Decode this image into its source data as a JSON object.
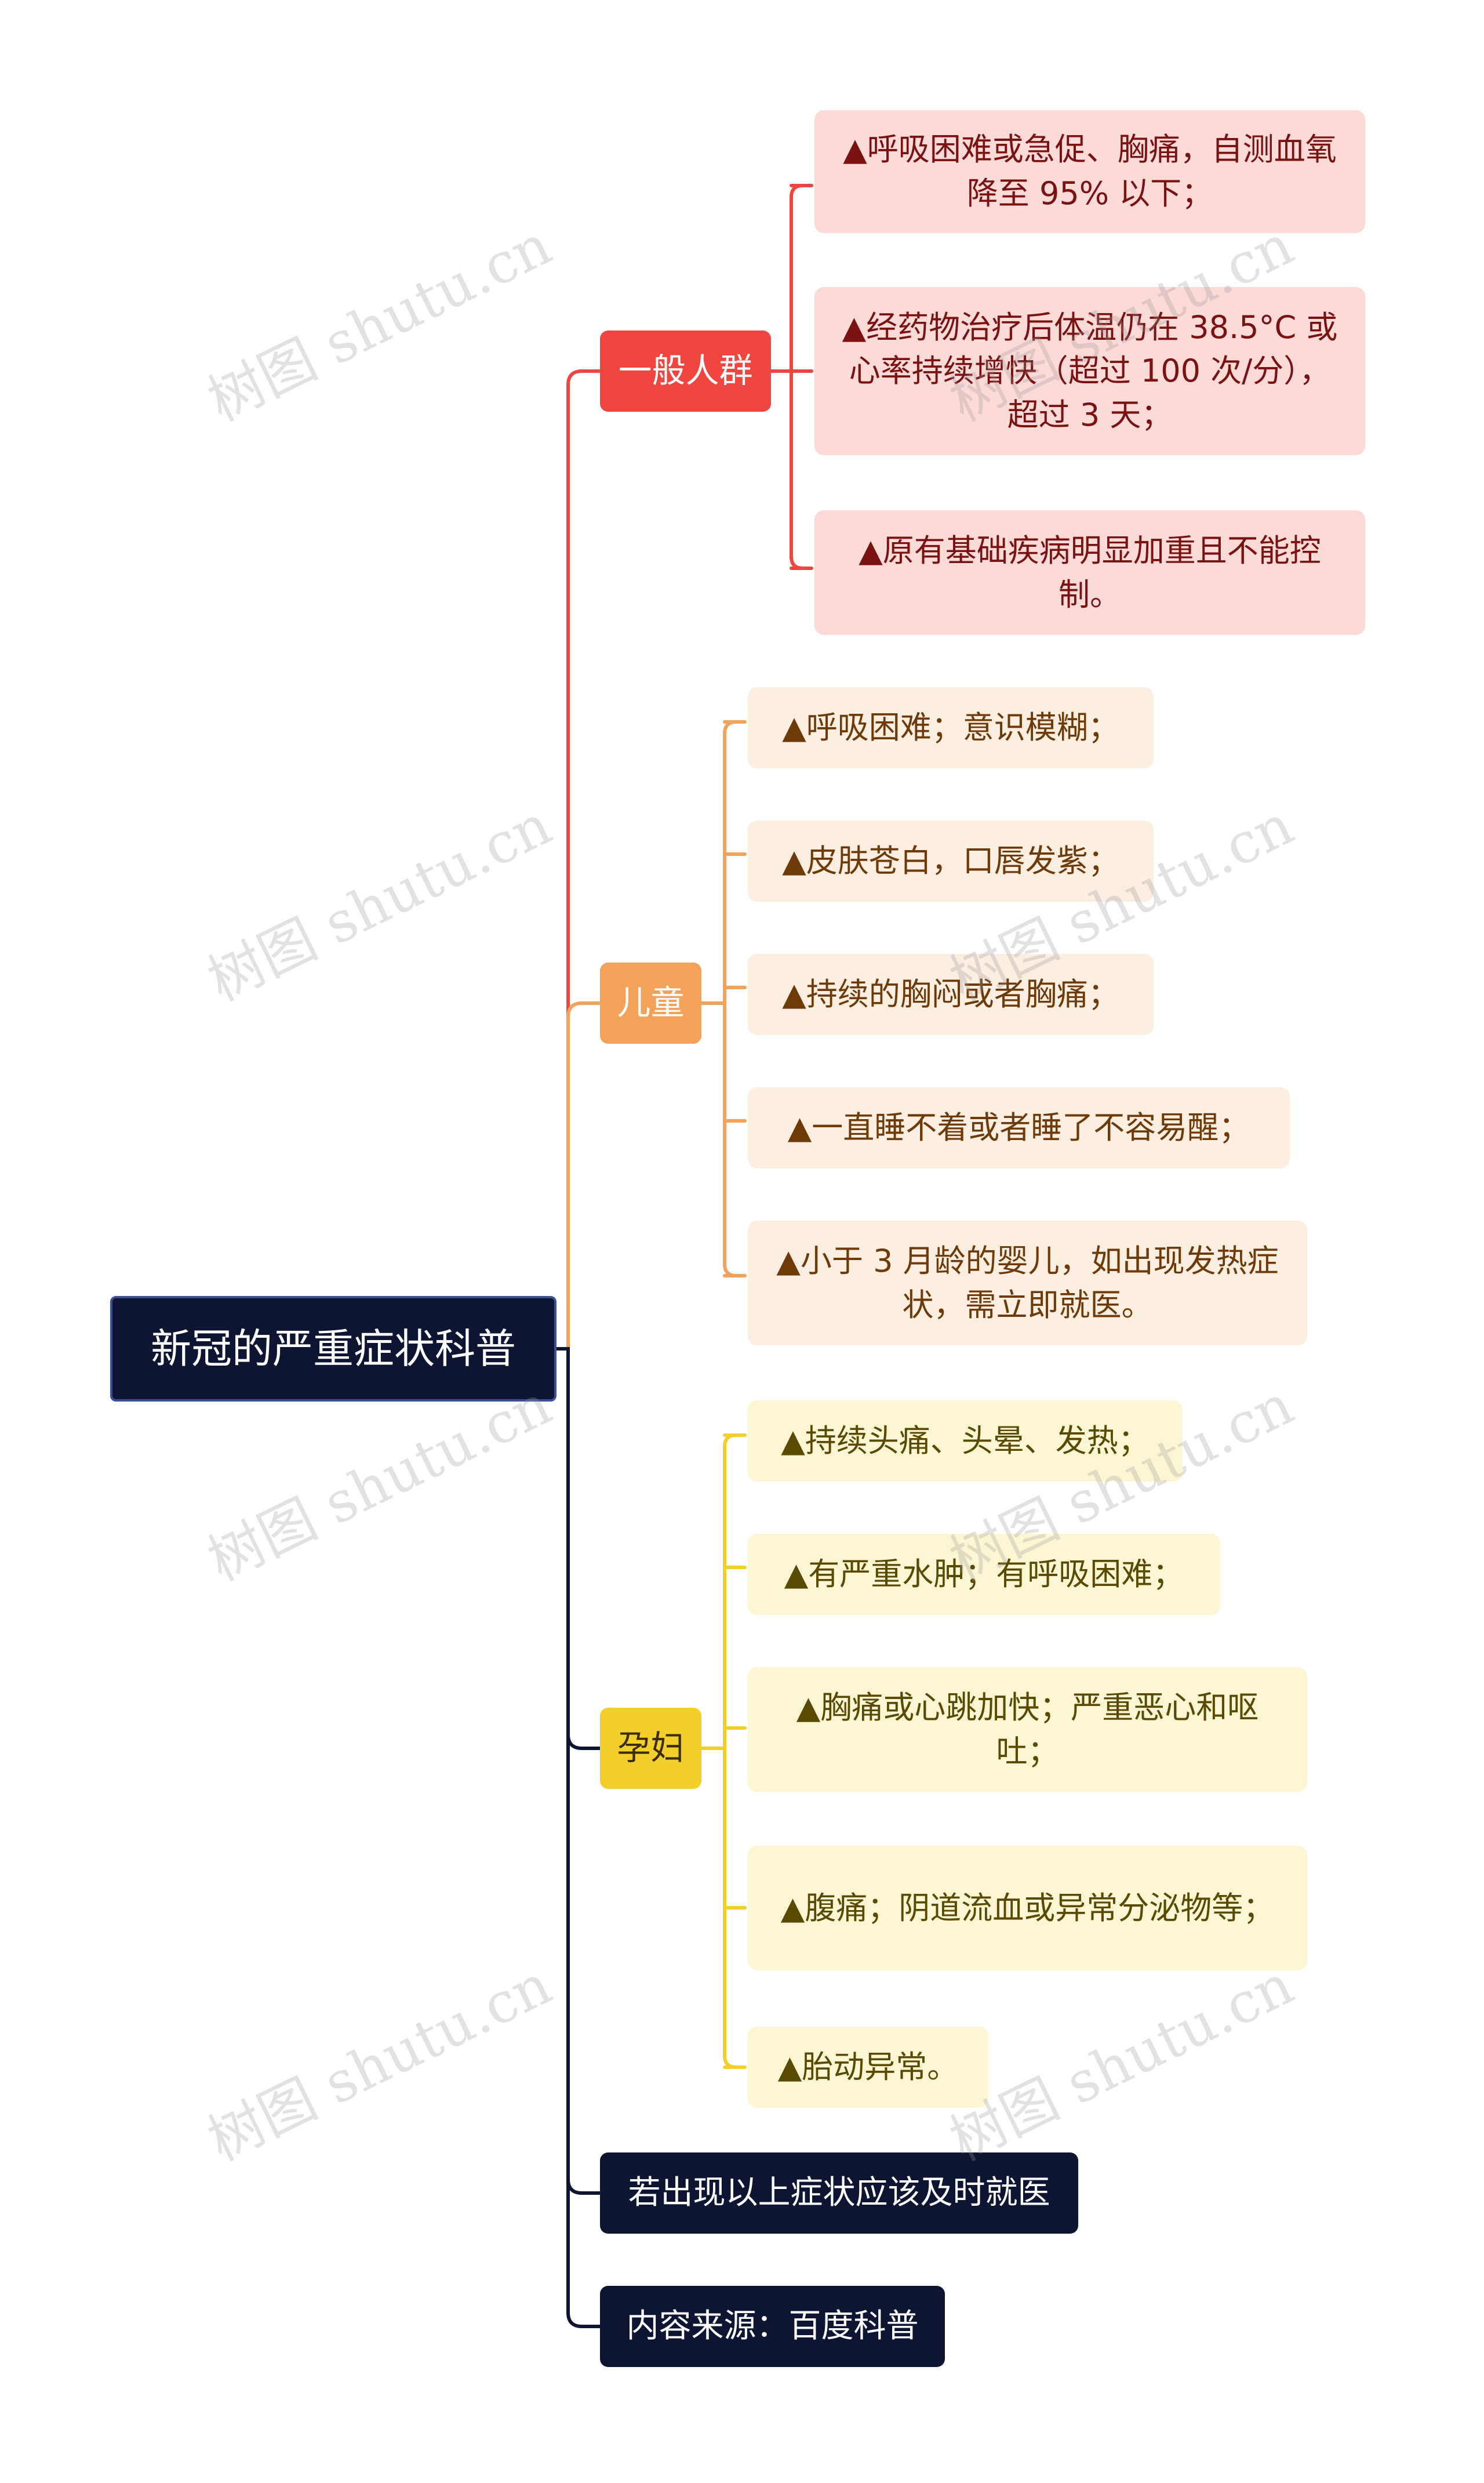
{
  "title": "新冠的严重症状科普",
  "colors": {
    "root_bg": "#0e1533",
    "general_branch": "#f0463f",
    "children_branch": "#f4a259",
    "pregnant_branch": "#f2cf2b",
    "dark_branch": "#0e1533"
  },
  "branches": {
    "general": {
      "label": "一般人群",
      "items": [
        "▲呼吸困难或急促、胸痛，自测血氧降至 95% 以下；",
        "▲经药物治疗后体温仍在 38.5°C 或心率持续增快（超过 100 次/分），超过 3 天；",
        "▲原有基础疾病明显加重且不能控制。"
      ]
    },
    "children": {
      "label": "儿童",
      "items": [
        "▲呼吸困难；意识模糊；",
        "▲皮肤苍白，口唇发紫；",
        "▲持续的胸闷或者胸痛；",
        "▲一直睡不着或者睡了不容易醒；",
        "▲小于 3 月龄的婴儿，如出现发热症状，需立即就医。"
      ]
    },
    "pregnant": {
      "label": "孕妇",
      "items": [
        "▲持续头痛、头晕、发热；",
        "▲有严重水肿；有呼吸困难；",
        "▲胸痛或心跳加快；严重恶心和呕吐；",
        "▲腹痛；阴道流血或异常分泌物等；",
        "▲胎动异常。"
      ]
    },
    "advice": {
      "label": "若出现以上症状应该及时就医"
    },
    "source": {
      "label": "内容来源：百度科普"
    }
  },
  "watermark": "树图 shutu.cn"
}
